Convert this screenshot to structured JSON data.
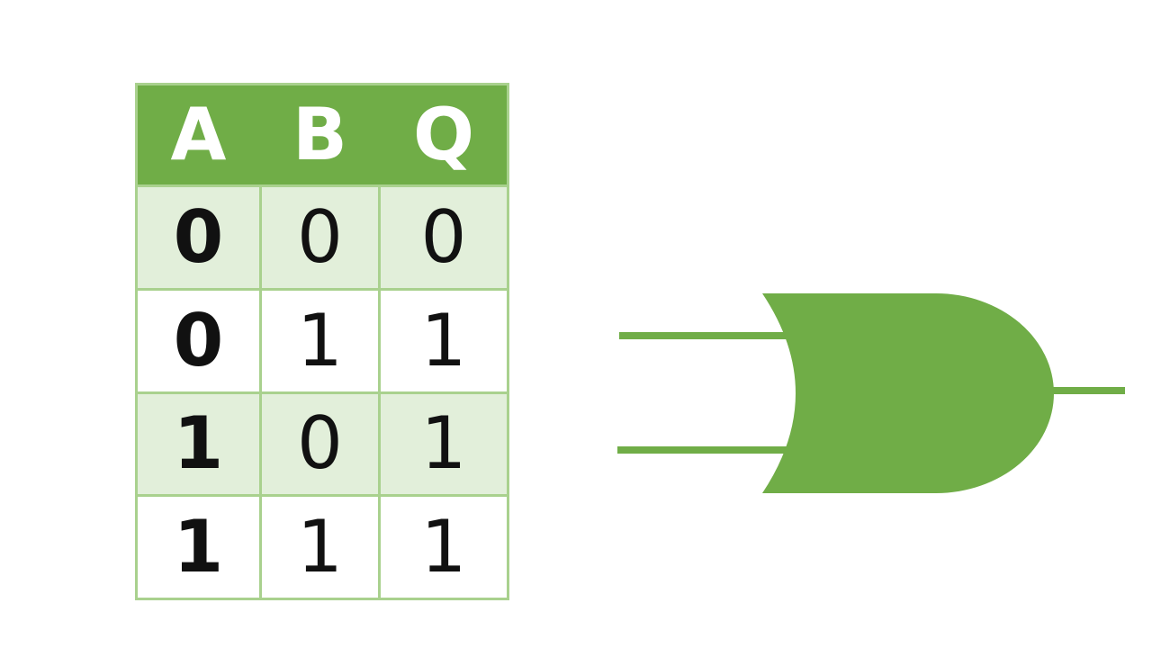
{
  "truth_table": {
    "headers": [
      "A",
      "B",
      "Q"
    ],
    "rows": [
      [
        "0",
        "0",
        "0"
      ],
      [
        "0",
        "1",
        "1"
      ],
      [
        "1",
        "0",
        "1"
      ],
      [
        "1",
        "1",
        "1"
      ]
    ]
  },
  "gate": {
    "type": "or-gate",
    "inputs": 2,
    "outputs": 1
  },
  "colors": {
    "page_background": "#FFFFFF",
    "header_green": "#70AD47",
    "gate_green": "#70AD47",
    "row_alt_green": "#E2EFDA",
    "row_white": "#FFFFFF",
    "border_green": "#A9D18E",
    "text_dark": "#111111",
    "text_white": "#FFFFFF"
  }
}
